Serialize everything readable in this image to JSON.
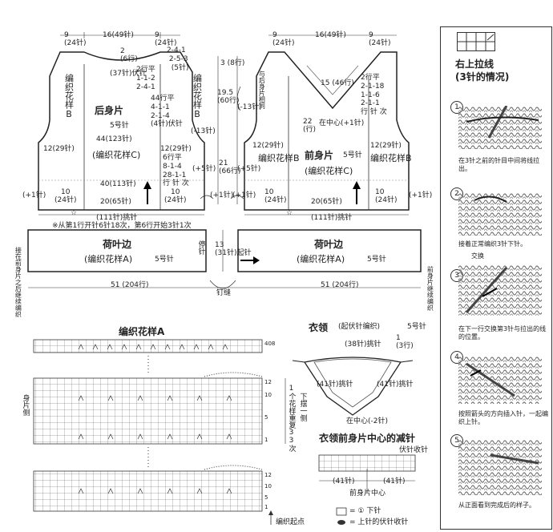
{
  "back": {
    "top_dims": [
      "9",
      "(24针)",
      "16(49针)",
      "9",
      "(24针)"
    ],
    "title": "后身片",
    "needle": "5号针",
    "left_label": "编织花样B",
    "right_label": "编织花样B",
    "row_top": "2",
    "row_top_b": "(6行)",
    "center_bind": "(37针)伏针",
    "shoulder": [
      "2-4-1",
      "2-5-3",
      "(5针)"
    ],
    "dec_right": [
      "2行平",
      "1-1-2",
      "2-4-1"
    ],
    "dec_right2": [
      "44行平",
      "4-1-1",
      "2-1-4",
      "(4针)伏针"
    ],
    "side_inc": [
      "6行平",
      "8-1-4",
      "28-1-1",
      "行 针 次"
    ],
    "plus5": "(+5针)",
    "minus13": "(-13针)",
    "width_mid": "44(123针)",
    "pattern_c": "(编织花样C)",
    "side_left": "12(29针)",
    "side_right": "12(29针)",
    "lower_width": "40(113针)",
    "bottom_left": "10",
    "bottom_left_b": "(24针)",
    "bottom_mid": "20(65针)",
    "bottom_right": "10",
    "bottom_right_b": "(24针)",
    "plus1_left": "(+1针)",
    "plus1_right": "(+1针)",
    "pickup": "(111针)挑针",
    "note": "※从第1行开针6针18次，第6行开始3针1次"
  },
  "middle_dims": {
    "v1": "3",
    "v1b": "(8行)",
    "v2": "19.5",
    "v2b": "(60行)",
    "v3": "21",
    "v3b": "(66行)",
    "minus13": "(-13针)",
    "plus5": "(+5针)",
    "join_note": "与后身片相同"
  },
  "front": {
    "top_dims": [
      "9",
      "(24针)",
      "16(49针)",
      "9",
      "(24针)"
    ],
    "title": "前身片",
    "needle": "5号针",
    "left_label": "编织花样B",
    "right_label": "编织花样B",
    "neck_rows": "15",
    "neck_rows_b": "(46行)",
    "row22": "22",
    "row22b": "(行)",
    "dec": [
      "2行平",
      "2-1-18",
      "1-1-6",
      "2-1-1",
      "行 针 次"
    ],
    "center": "在中心(+1针)",
    "pattern_c": "(编织花样C)",
    "side_left": "12(29针)",
    "side_right": "12(29针)",
    "bottom_left": "10",
    "bottom_left_b": "(24针)",
    "bottom_mid": "20(65针)",
    "bottom_right": "10",
    "bottom_right_b": "(24针)",
    "plus1_left": "(+1针)",
    "plus1_right": "(+1针)",
    "pickup": "(111针)挑针"
  },
  "ruffle": {
    "title": "荷叶边",
    "pattern": "(编织花样A)",
    "needle": "5号针",
    "width": "51",
    "width_b": "(204行)",
    "height": "13",
    "height_b": "(31针)起针",
    "stop": "停针",
    "left_note": "接在前身片之后继续编织",
    "right_note": "前身片继续编织",
    "seam": "钉缝"
  },
  "pattern_a": {
    "title": "编织花样A",
    "side_label": "身片侧",
    "right_label": "下摆一侧",
    "repeat": "1个花样重复33次",
    "row_top": "408",
    "rows": [
      "12",
      "10",
      "5",
      "1"
    ],
    "rows2": [
      "12",
      "10",
      "5",
      "1"
    ],
    "start": "编织起点"
  },
  "collar": {
    "title": "衣领",
    "subtitle": "(起伏针编织)",
    "needle": "5号针",
    "back_pick": "(38针)挑针",
    "rows": "1",
    "rows_b": "(3行)",
    "left_pick": "(41针)挑针",
    "right_pick": "(41针)挑针",
    "center": "在中心(-2针)"
  },
  "dec_chart": {
    "title": "衣领前身片中心的减针",
    "bind": "伏针收针",
    "left": "(41针)",
    "right": "(41针)",
    "center": "前身片中心"
  },
  "legend": {
    "knit": "= ① 下针",
    "bind": "= 上针的伏针收针"
  },
  "panel": {
    "title": "右上拉线",
    "subtitle": "(3针的情况)",
    "steps": [
      {
        "n": "1",
        "cap": "在3针之前的针目中间将线拉出。"
      },
      {
        "n": "2",
        "cap": "接着正常编织3针下针。"
      },
      {
        "n": "3",
        "cap": "在下一行交换第3针与拉出的线的位置。",
        "tag": "交换"
      },
      {
        "n": "4",
        "cap": "按照箭头的方向插入针，一起编织上针。"
      },
      {
        "n": "5",
        "cap": "从正面看到完成后的样子。"
      }
    ]
  }
}
